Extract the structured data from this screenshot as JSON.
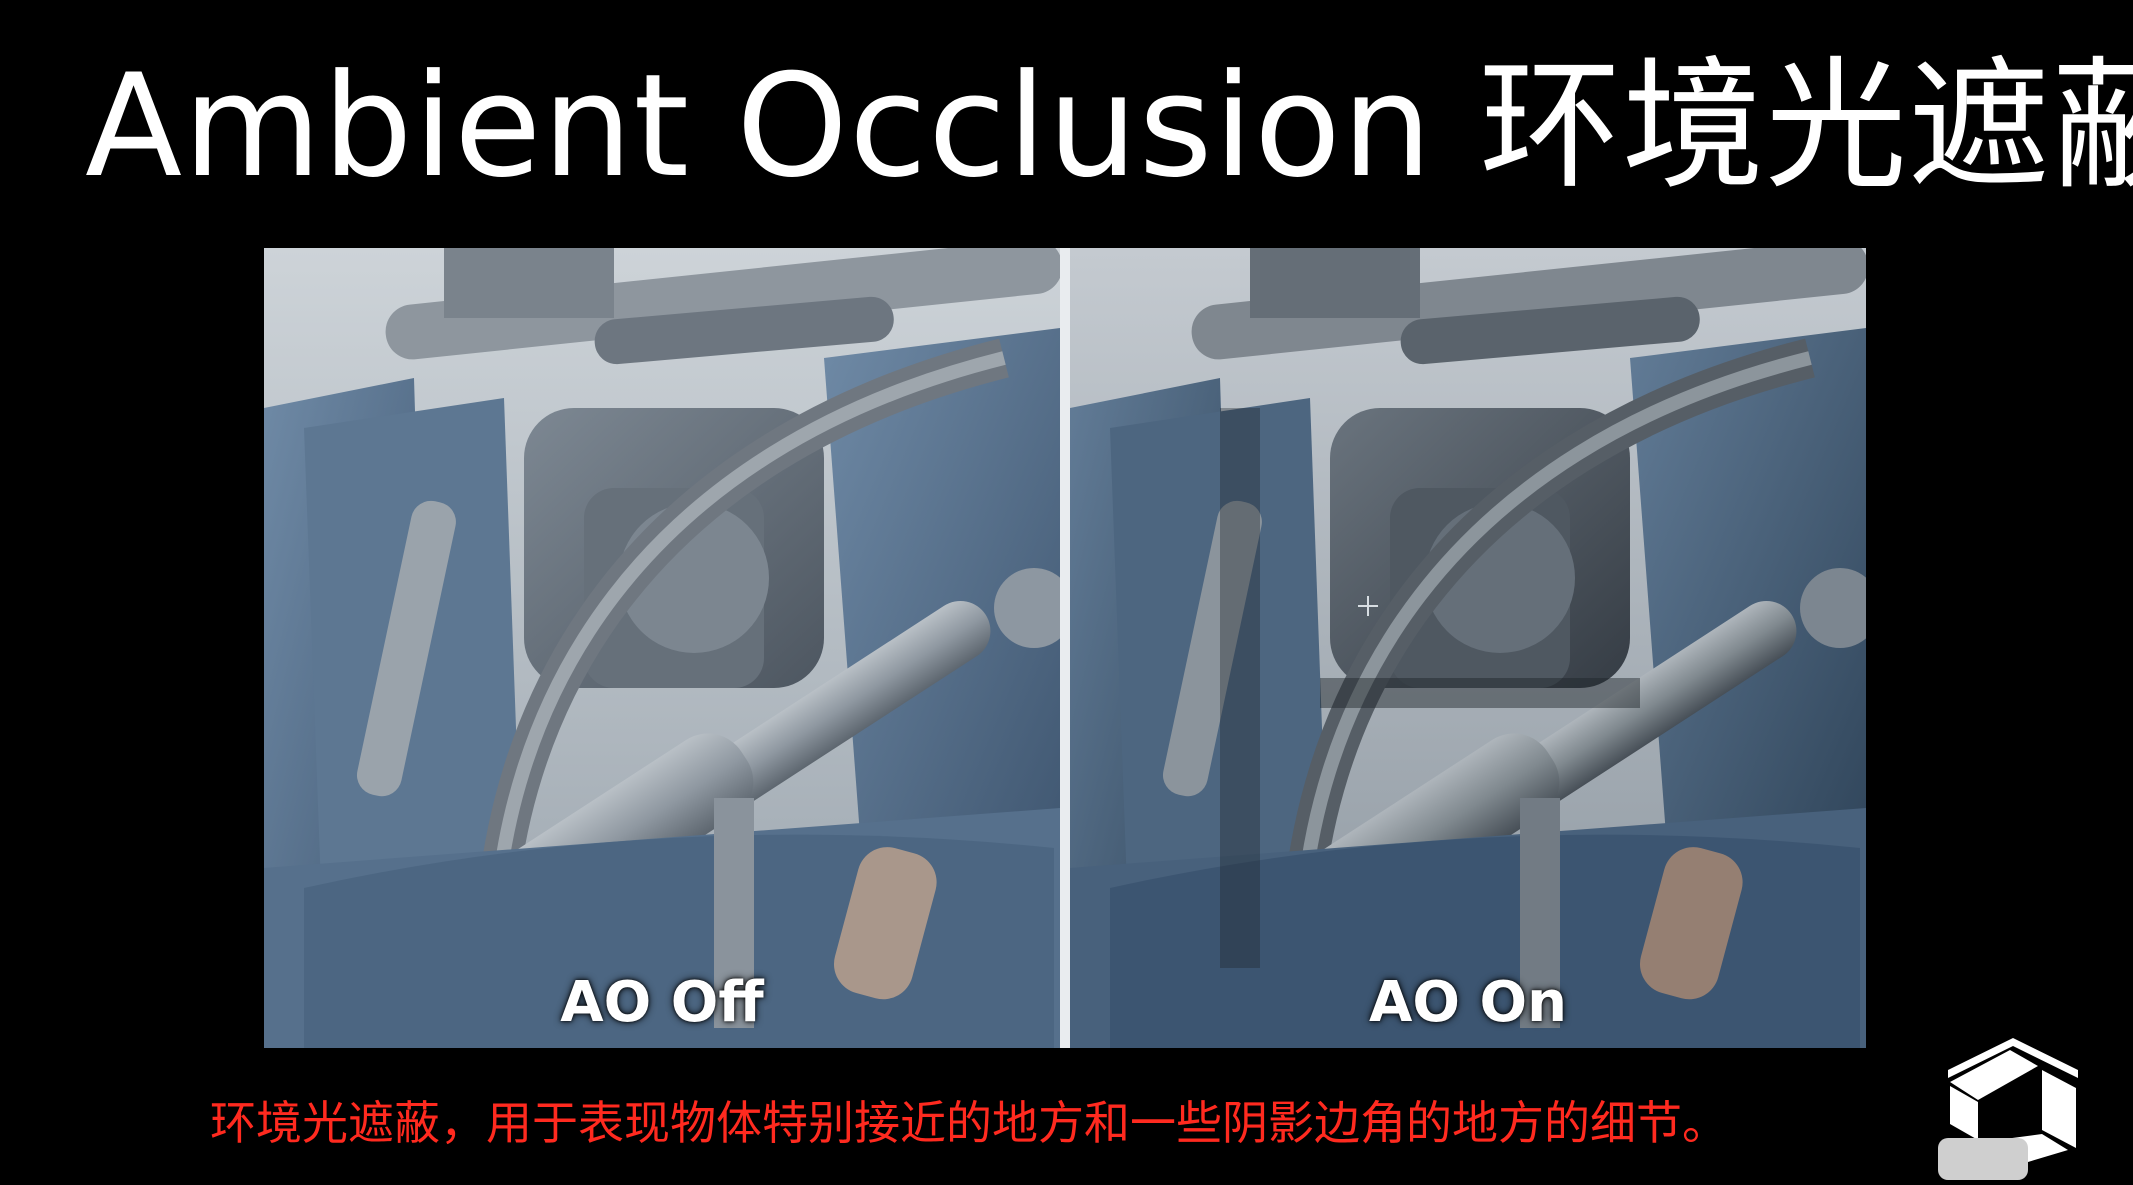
{
  "slide": {
    "title": "Ambient Occlusion 环境光遮蔽",
    "caption": "环境光遮蔽，用于表现物体特别接近的地方和一些阴影边角的地方的细节。"
  },
  "panels": {
    "left_label": "AO Off",
    "right_label": "AO On"
  },
  "icons": {
    "logo": "unity-logo-icon",
    "crosshair": "crosshair-cursor-icon"
  },
  "colors": {
    "background": "#000000",
    "title": "#ffffff",
    "caption": "#ff2a1f",
    "divider": "#e9ecef"
  }
}
